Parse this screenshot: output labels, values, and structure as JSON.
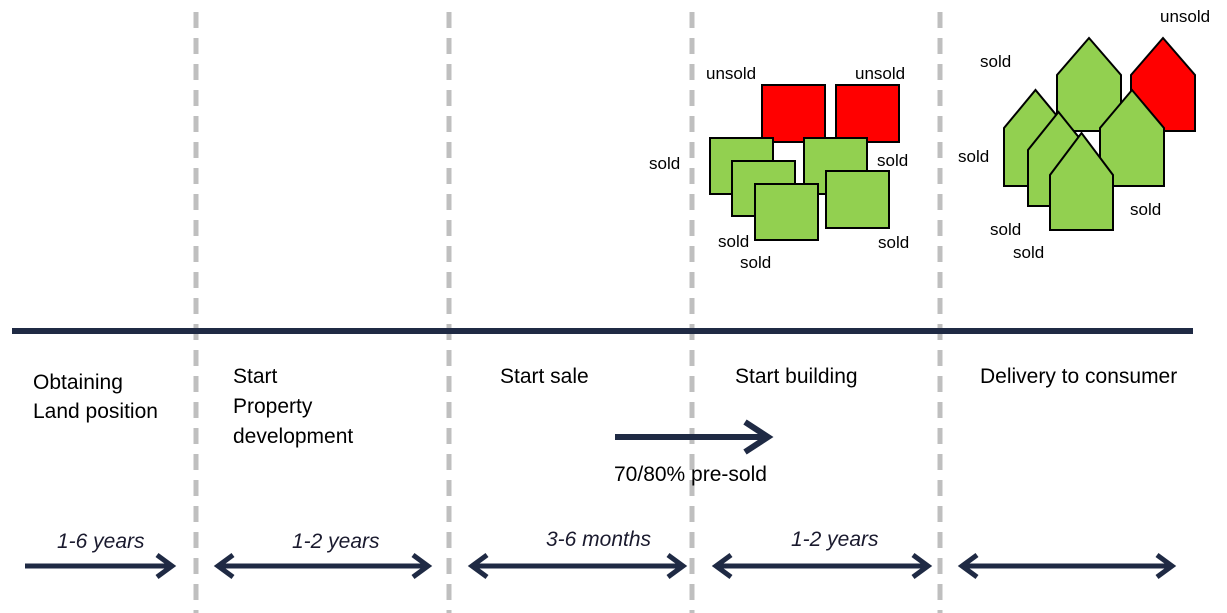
{
  "colors": {
    "sold": "#92d050",
    "unsold": "#ff0000",
    "timeline": "#1f2a44",
    "divider": "#bfbfbf",
    "outline": "#000000"
  },
  "stages": [
    {
      "lines": [
        "Obtaining",
        "Land position"
      ],
      "duration": "1-6 years"
    },
    {
      "lines": [
        "Start",
        "Property",
        "development"
      ],
      "duration": "1-2 years"
    },
    {
      "lines": [
        "Start sale"
      ],
      "duration": "3-6 months"
    },
    {
      "lines": [
        "Start building"
      ],
      "duration": "1-2 years"
    },
    {
      "lines": [
        "Delivery to consumer"
      ],
      "duration": ""
    }
  ],
  "presale_note": "70/80% pre-sold",
  "plots": [
    {
      "status": "unsold",
      "label": "unsold"
    },
    {
      "status": "unsold",
      "label": "unsold"
    },
    {
      "status": "sold",
      "label": "sold"
    },
    {
      "status": "sold",
      "label": "sold"
    },
    {
      "status": "sold",
      "label": ""
    },
    {
      "status": "sold",
      "label": "sold"
    },
    {
      "status": "sold",
      "label": "sold"
    },
    {
      "status": "sold",
      "label": "sold"
    }
  ],
  "houses": [
    {
      "status": "unsold",
      "label": "unsold"
    },
    {
      "status": "sold",
      "label": "sold"
    },
    {
      "status": "sold",
      "label": "sold"
    },
    {
      "status": "sold",
      "label": "sold"
    },
    {
      "status": "sold",
      "label": "sold"
    },
    {
      "status": "sold",
      "label": ""
    },
    {
      "status": "sold",
      "label": "sold"
    }
  ]
}
